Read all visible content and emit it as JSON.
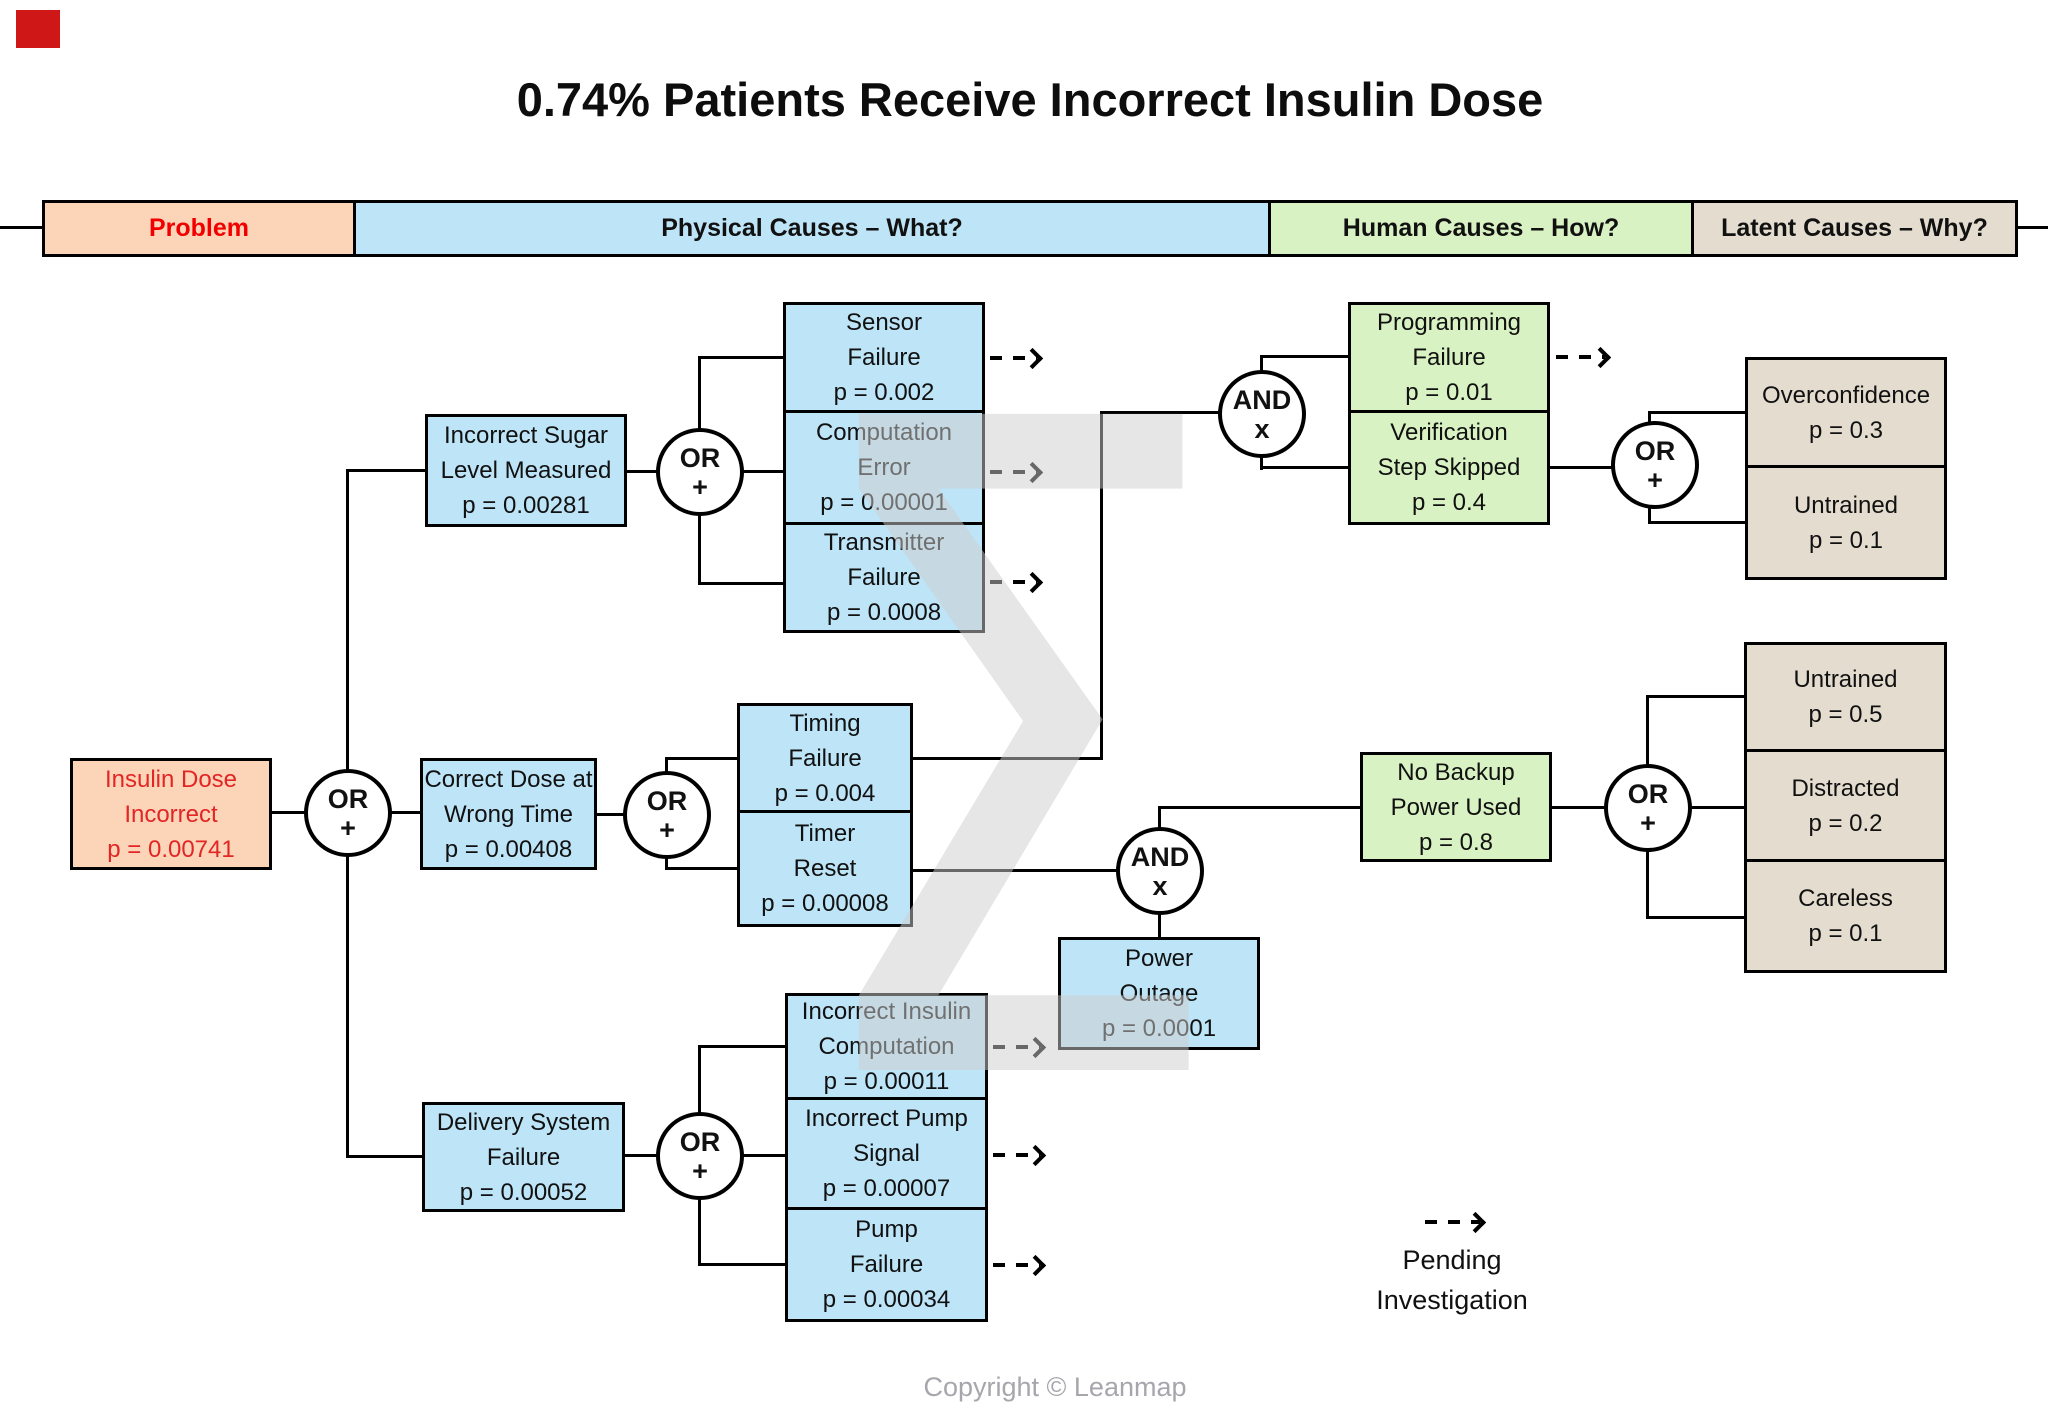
{
  "title": "0.74% Patients Receive Incorrect Insulin Dose",
  "header": {
    "problem": "Problem",
    "physical": "Physical Causes – What?",
    "human": "Human Causes – How?",
    "latent": "Latent Causes – Why?"
  },
  "gates": {
    "or": "OR",
    "or_symbol": "+",
    "and": "AND",
    "and_symbol": "x"
  },
  "nodes": {
    "problem": {
      "lines": [
        "Insulin Dose",
        "Incorrect",
        "p = 0.00741"
      ]
    },
    "sugar": {
      "lines": [
        "Incorrect Sugar",
        "Level Measured",
        "p = 0.00281"
      ]
    },
    "sensor": {
      "lines": [
        "Sensor",
        "Failure",
        "p = 0.002"
      ]
    },
    "computation": {
      "lines": [
        "Computation",
        "Error",
        "p = 0.00001"
      ]
    },
    "transmitter": {
      "lines": [
        "Transmitter",
        "Failure",
        "p = 0.0008"
      ]
    },
    "programming": {
      "lines": [
        "Programming",
        "Failure",
        "p = 0.01"
      ]
    },
    "verification": {
      "lines": [
        "Verification",
        "Step Skipped",
        "p = 0.4"
      ]
    },
    "overconfidence": {
      "lines": [
        "Overconfidence",
        "p = 0.3"
      ]
    },
    "untrained_top": {
      "lines": [
        "Untrained",
        "p = 0.1"
      ]
    },
    "correct_dose": {
      "lines": [
        "Correct Dose at",
        "Wrong Time",
        "p = 0.00408"
      ]
    },
    "timing": {
      "lines": [
        "Timing",
        "Failure",
        "p = 0.004"
      ]
    },
    "timer_reset": {
      "lines": [
        "Timer",
        "Reset",
        "p = 0.00008"
      ]
    },
    "no_backup": {
      "lines": [
        "No Backup",
        "Power Used",
        "p = 0.8"
      ]
    },
    "untrained_mid": {
      "lines": [
        "Untrained",
        "p = 0.5"
      ]
    },
    "distracted": {
      "lines": [
        "Distracted",
        "p = 0.2"
      ]
    },
    "careless": {
      "lines": [
        "Careless",
        "p = 0.1"
      ]
    },
    "power_outage": {
      "lines": [
        "Power",
        "Outage",
        "p = 0.0001"
      ]
    },
    "delivery": {
      "lines": [
        "Delivery System",
        "Failure",
        "p = 0.00052"
      ]
    },
    "iic": {
      "lines": [
        "Incorrect Insulin",
        "Computation",
        "p = 0.00011"
      ]
    },
    "ips": {
      "lines": [
        "Incorrect Pump",
        "Signal",
        "p = 0.00007"
      ]
    },
    "pump": {
      "lines": [
        "Pump",
        "Failure",
        "p = 0.00034"
      ]
    }
  },
  "legend": {
    "line1": "Pending",
    "line2": "Investigation"
  },
  "watermark_glyph": "Σ",
  "footer": {
    "copyright": "Copyright © Leanmap"
  },
  "colors": {
    "problem_fill": "#fcd5b8",
    "physical_fill": "#bde4f7",
    "human_fill": "#d9f2c3",
    "latent_fill": "#e4ddcf",
    "problem_text": "#f20000",
    "line": "#000000",
    "watermark": "#cfcfcf",
    "copyright_text": "#a6a6ac",
    "corner_marker": "#d01717"
  }
}
